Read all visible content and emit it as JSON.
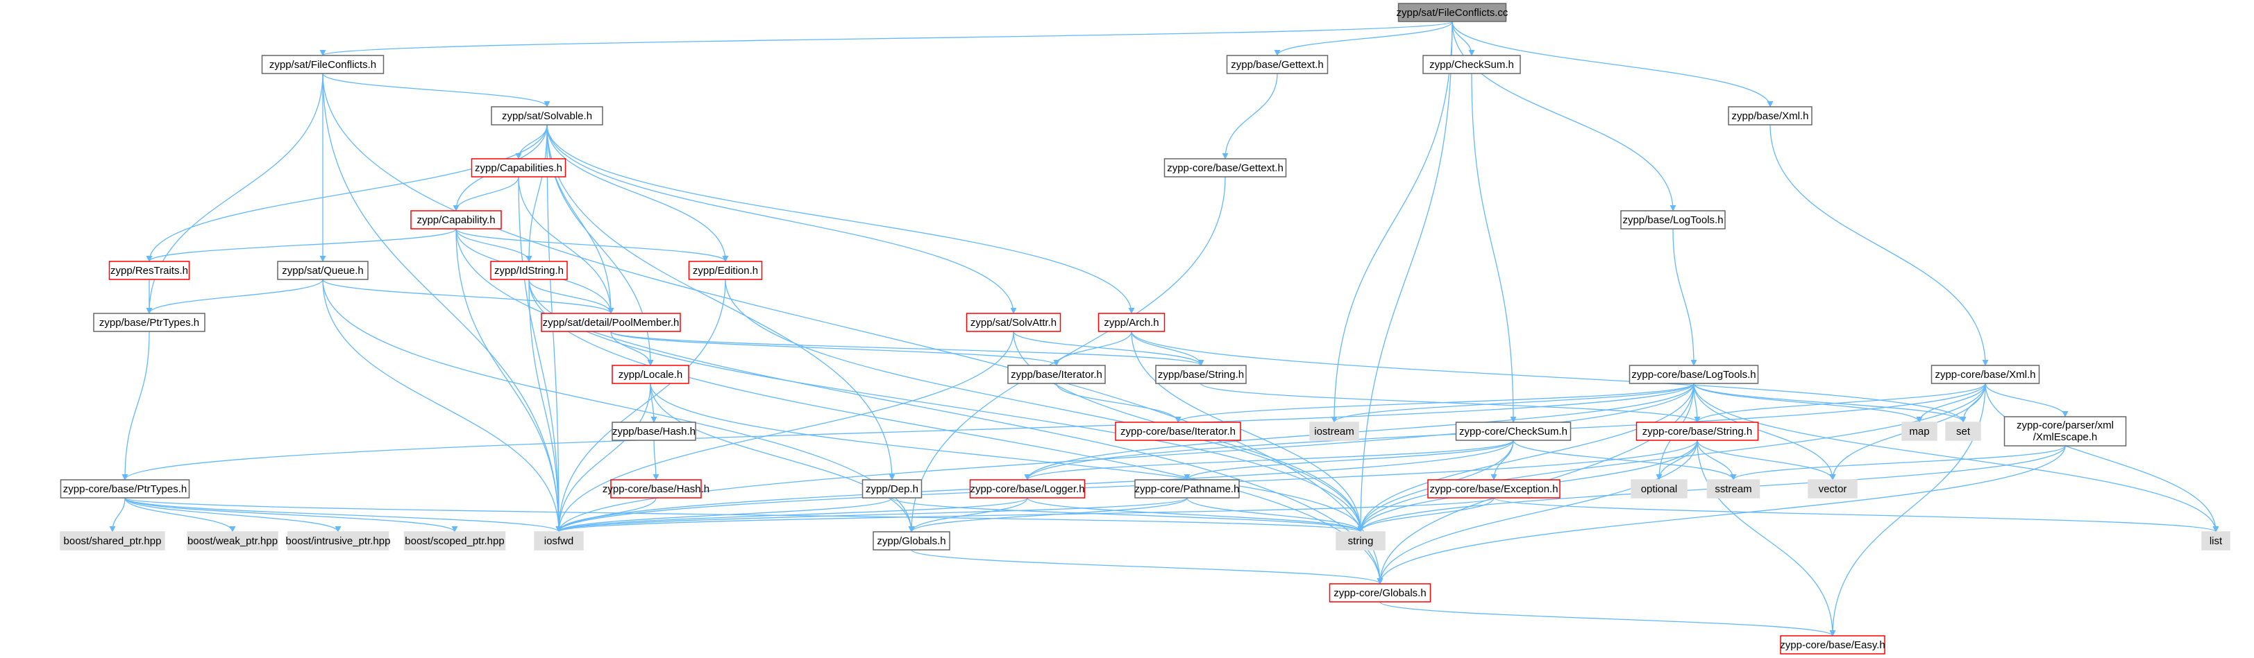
{
  "diagram": {
    "colors": {
      "edge": "#63b8ff",
      "root_fill": "#999999",
      "node_border": "#666666",
      "missing_border": "#ff0000",
      "external_fill": "#e0e0e0"
    },
    "nodes": [
      {
        "id": "n0",
        "label": "zypp/sat/FileConflicts.cc",
        "style": "root"
      },
      {
        "id": "n1",
        "label": "zypp/sat/FileConflicts.h",
        "style": "normal"
      },
      {
        "id": "n2",
        "label": "zypp/base/Gettext.h",
        "style": "normal"
      },
      {
        "id": "n3",
        "label": "zypp/CheckSum.h",
        "style": "normal"
      },
      {
        "id": "n4",
        "label": "zypp/base/Xml.h",
        "style": "normal"
      },
      {
        "id": "n5",
        "label": "zypp/sat/Solvable.h",
        "style": "normal"
      },
      {
        "id": "n6",
        "label": "zypp-core/base/Gettext.h",
        "style": "normal"
      },
      {
        "id": "n7",
        "label": "zypp/Capabilities.h",
        "style": "red"
      },
      {
        "id": "n8",
        "label": "zypp/Capability.h",
        "style": "red"
      },
      {
        "id": "n9",
        "label": "zypp/base/LogTools.h",
        "style": "normal"
      },
      {
        "id": "n10",
        "label": "zypp/ResTraits.h",
        "style": "red"
      },
      {
        "id": "n11",
        "label": "zypp/sat/Queue.h",
        "style": "normal"
      },
      {
        "id": "n12",
        "label": "zypp/IdString.h",
        "style": "red"
      },
      {
        "id": "n13",
        "label": "zypp/Edition.h",
        "style": "red"
      },
      {
        "id": "n14",
        "label": "zypp/base/PtrTypes.h",
        "style": "normal"
      },
      {
        "id": "n15",
        "label": "zypp/sat/detail/PoolMember.h",
        "style": "red"
      },
      {
        "id": "n16",
        "label": "zypp/sat/SolvAttr.h",
        "style": "red"
      },
      {
        "id": "n17",
        "label": "zypp/Arch.h",
        "style": "red"
      },
      {
        "id": "n18",
        "label": "zypp/Locale.h",
        "style": "red"
      },
      {
        "id": "n19",
        "label": "zypp/base/Iterator.h",
        "style": "normal"
      },
      {
        "id": "n20",
        "label": "zypp/base/String.h",
        "style": "normal"
      },
      {
        "id": "n21",
        "label": "zypp-core/base/LogTools.h",
        "style": "normal"
      },
      {
        "id": "n22",
        "label": "zypp-core/base/Xml.h",
        "style": "normal"
      },
      {
        "id": "n23",
        "label": "zypp-core/base/Iterator.h",
        "style": "red"
      },
      {
        "id": "n24",
        "label": "iostream",
        "style": "ext"
      },
      {
        "id": "n25",
        "label": "map",
        "style": "ext"
      },
      {
        "id": "n26",
        "label": "set",
        "style": "ext"
      },
      {
        "id": "n27",
        "label": "zypp/base/Hash.h",
        "style": "normal"
      },
      {
        "id": "n28",
        "label": "zypp-core/CheckSum.h",
        "style": "normal"
      },
      {
        "id": "n29",
        "label": "zypp-core/base/String.h",
        "style": "red"
      },
      {
        "id": "n30",
        "label": "zypp-core/parser/xml/XmlEscape.h",
        "style": "normal"
      },
      {
        "id": "n31",
        "label": "zypp-core/base/PtrTypes.h",
        "style": "normal"
      },
      {
        "id": "n32",
        "label": "zypp-core/base/Hash.h",
        "style": "red"
      },
      {
        "id": "n33",
        "label": "zypp/Dep.h",
        "style": "normal"
      },
      {
        "id": "n34",
        "label": "zypp-core/base/Logger.h",
        "style": "red"
      },
      {
        "id": "n35",
        "label": "zypp-core/Pathname.h",
        "style": "normal"
      },
      {
        "id": "n36",
        "label": "zypp-core/base/Exception.h",
        "style": "red"
      },
      {
        "id": "n37",
        "label": "optional",
        "style": "ext"
      },
      {
        "id": "n38",
        "label": "sstream",
        "style": "ext"
      },
      {
        "id": "n39",
        "label": "vector",
        "style": "ext"
      },
      {
        "id": "n40",
        "label": "list",
        "style": "ext"
      },
      {
        "id": "n41",
        "label": "boost/shared_ptr.hpp",
        "style": "ext"
      },
      {
        "id": "n42",
        "label": "boost/weak_ptr.hpp",
        "style": "ext"
      },
      {
        "id": "n43",
        "label": "boost/intrusive_ptr.hpp",
        "style": "ext"
      },
      {
        "id": "n44",
        "label": "boost/scoped_ptr.hpp",
        "style": "ext"
      },
      {
        "id": "n45",
        "label": "iosfwd",
        "style": "ext"
      },
      {
        "id": "n46",
        "label": "zypp/Globals.h",
        "style": "normal"
      },
      {
        "id": "n47",
        "label": "string",
        "style": "ext"
      },
      {
        "id": "n48",
        "label": "zypp-core/Globals.h",
        "style": "red"
      },
      {
        "id": "n49",
        "label": "zypp-core/base/Easy.h",
        "style": "red"
      }
    ],
    "edges": [
      [
        "n0",
        "n1"
      ],
      [
        "n0",
        "n2"
      ],
      [
        "n0",
        "n3"
      ],
      [
        "n0",
        "n4"
      ],
      [
        "n0",
        "n9"
      ],
      [
        "n0",
        "n24"
      ],
      [
        "n0",
        "n47"
      ],
      [
        "n1",
        "n5"
      ],
      [
        "n1",
        "n11"
      ],
      [
        "n1",
        "n14"
      ],
      [
        "n1",
        "n45"
      ],
      [
        "n1",
        "n48"
      ],
      [
        "n2",
        "n6"
      ],
      [
        "n6",
        "n46"
      ],
      [
        "n3",
        "n28"
      ],
      [
        "n4",
        "n22"
      ],
      [
        "n9",
        "n21"
      ],
      [
        "n5",
        "n7"
      ],
      [
        "n5",
        "n8"
      ],
      [
        "n5",
        "n10"
      ],
      [
        "n5",
        "n12"
      ],
      [
        "n5",
        "n13"
      ],
      [
        "n5",
        "n15"
      ],
      [
        "n5",
        "n16"
      ],
      [
        "n5",
        "n17"
      ],
      [
        "n5",
        "n18"
      ],
      [
        "n5",
        "n33"
      ],
      [
        "n5",
        "n45"
      ],
      [
        "n7",
        "n8"
      ],
      [
        "n7",
        "n15"
      ],
      [
        "n7",
        "n45"
      ],
      [
        "n8",
        "n10"
      ],
      [
        "n8",
        "n12"
      ],
      [
        "n8",
        "n13"
      ],
      [
        "n8",
        "n15"
      ],
      [
        "n8",
        "n45"
      ],
      [
        "n8",
        "n48"
      ],
      [
        "n10",
        "n14"
      ],
      [
        "n11",
        "n14"
      ],
      [
        "n11",
        "n15"
      ],
      [
        "n11",
        "n45"
      ],
      [
        "n11",
        "n46"
      ],
      [
        "n12",
        "n15"
      ],
      [
        "n12",
        "n45"
      ],
      [
        "n12",
        "n47"
      ],
      [
        "n12",
        "n48"
      ],
      [
        "n13",
        "n45"
      ],
      [
        "n13",
        "n47"
      ],
      [
        "n14",
        "n31"
      ],
      [
        "n15",
        "n18"
      ],
      [
        "n15",
        "n19"
      ],
      [
        "n15",
        "n20"
      ],
      [
        "n16",
        "n20"
      ],
      [
        "n16",
        "n45"
      ],
      [
        "n16",
        "n47"
      ],
      [
        "n17",
        "n19"
      ],
      [
        "n17",
        "n20"
      ],
      [
        "n17",
        "n26"
      ],
      [
        "n17",
        "n47"
      ],
      [
        "n18",
        "n27"
      ],
      [
        "n18",
        "n45"
      ],
      [
        "n18",
        "n46"
      ],
      [
        "n18",
        "n47"
      ],
      [
        "n19",
        "n23"
      ],
      [
        "n20",
        "n29"
      ],
      [
        "n27",
        "n32"
      ],
      [
        "n32",
        "n45"
      ],
      [
        "n21",
        "n23"
      ],
      [
        "n21",
        "n24"
      ],
      [
        "n21",
        "n25"
      ],
      [
        "n21",
        "n26"
      ],
      [
        "n21",
        "n29"
      ],
      [
        "n21",
        "n31"
      ],
      [
        "n21",
        "n34"
      ],
      [
        "n21",
        "n37"
      ],
      [
        "n21",
        "n39"
      ],
      [
        "n21",
        "n40"
      ],
      [
        "n21",
        "n45"
      ],
      [
        "n21",
        "n47"
      ],
      [
        "n21",
        "n48"
      ],
      [
        "n22",
        "n25"
      ],
      [
        "n22",
        "n26"
      ],
      [
        "n22",
        "n29"
      ],
      [
        "n22",
        "n30"
      ],
      [
        "n22",
        "n34"
      ],
      [
        "n22",
        "n39"
      ],
      [
        "n22",
        "n40"
      ],
      [
        "n22",
        "n47"
      ],
      [
        "n22",
        "n49"
      ],
      [
        "n28",
        "n34"
      ],
      [
        "n28",
        "n35"
      ],
      [
        "n28",
        "n36"
      ],
      [
        "n28",
        "n38"
      ],
      [
        "n28",
        "n45"
      ],
      [
        "n28",
        "n47"
      ],
      [
        "n29",
        "n37"
      ],
      [
        "n29",
        "n38"
      ],
      [
        "n29",
        "n39"
      ],
      [
        "n29",
        "n45"
      ],
      [
        "n29",
        "n47"
      ],
      [
        "n29",
        "n48"
      ],
      [
        "n29",
        "n49"
      ],
      [
        "n30",
        "n38"
      ],
      [
        "n30",
        "n47"
      ],
      [
        "n30",
        "n48"
      ],
      [
        "n31",
        "n41"
      ],
      [
        "n31",
        "n42"
      ],
      [
        "n31",
        "n43"
      ],
      [
        "n31",
        "n44"
      ],
      [
        "n31",
        "n45"
      ],
      [
        "n31",
        "n47"
      ],
      [
        "n33",
        "n45"
      ],
      [
        "n33",
        "n47"
      ],
      [
        "n34",
        "n45"
      ],
      [
        "n34",
        "n46"
      ],
      [
        "n34",
        "n47"
      ],
      [
        "n35",
        "n45"
      ],
      [
        "n35",
        "n46"
      ],
      [
        "n35",
        "n47"
      ],
      [
        "n36",
        "n40"
      ],
      [
        "n36",
        "n45"
      ],
      [
        "n36",
        "n47"
      ],
      [
        "n46",
        "n48"
      ],
      [
        "n48",
        "n49"
      ]
    ]
  }
}
